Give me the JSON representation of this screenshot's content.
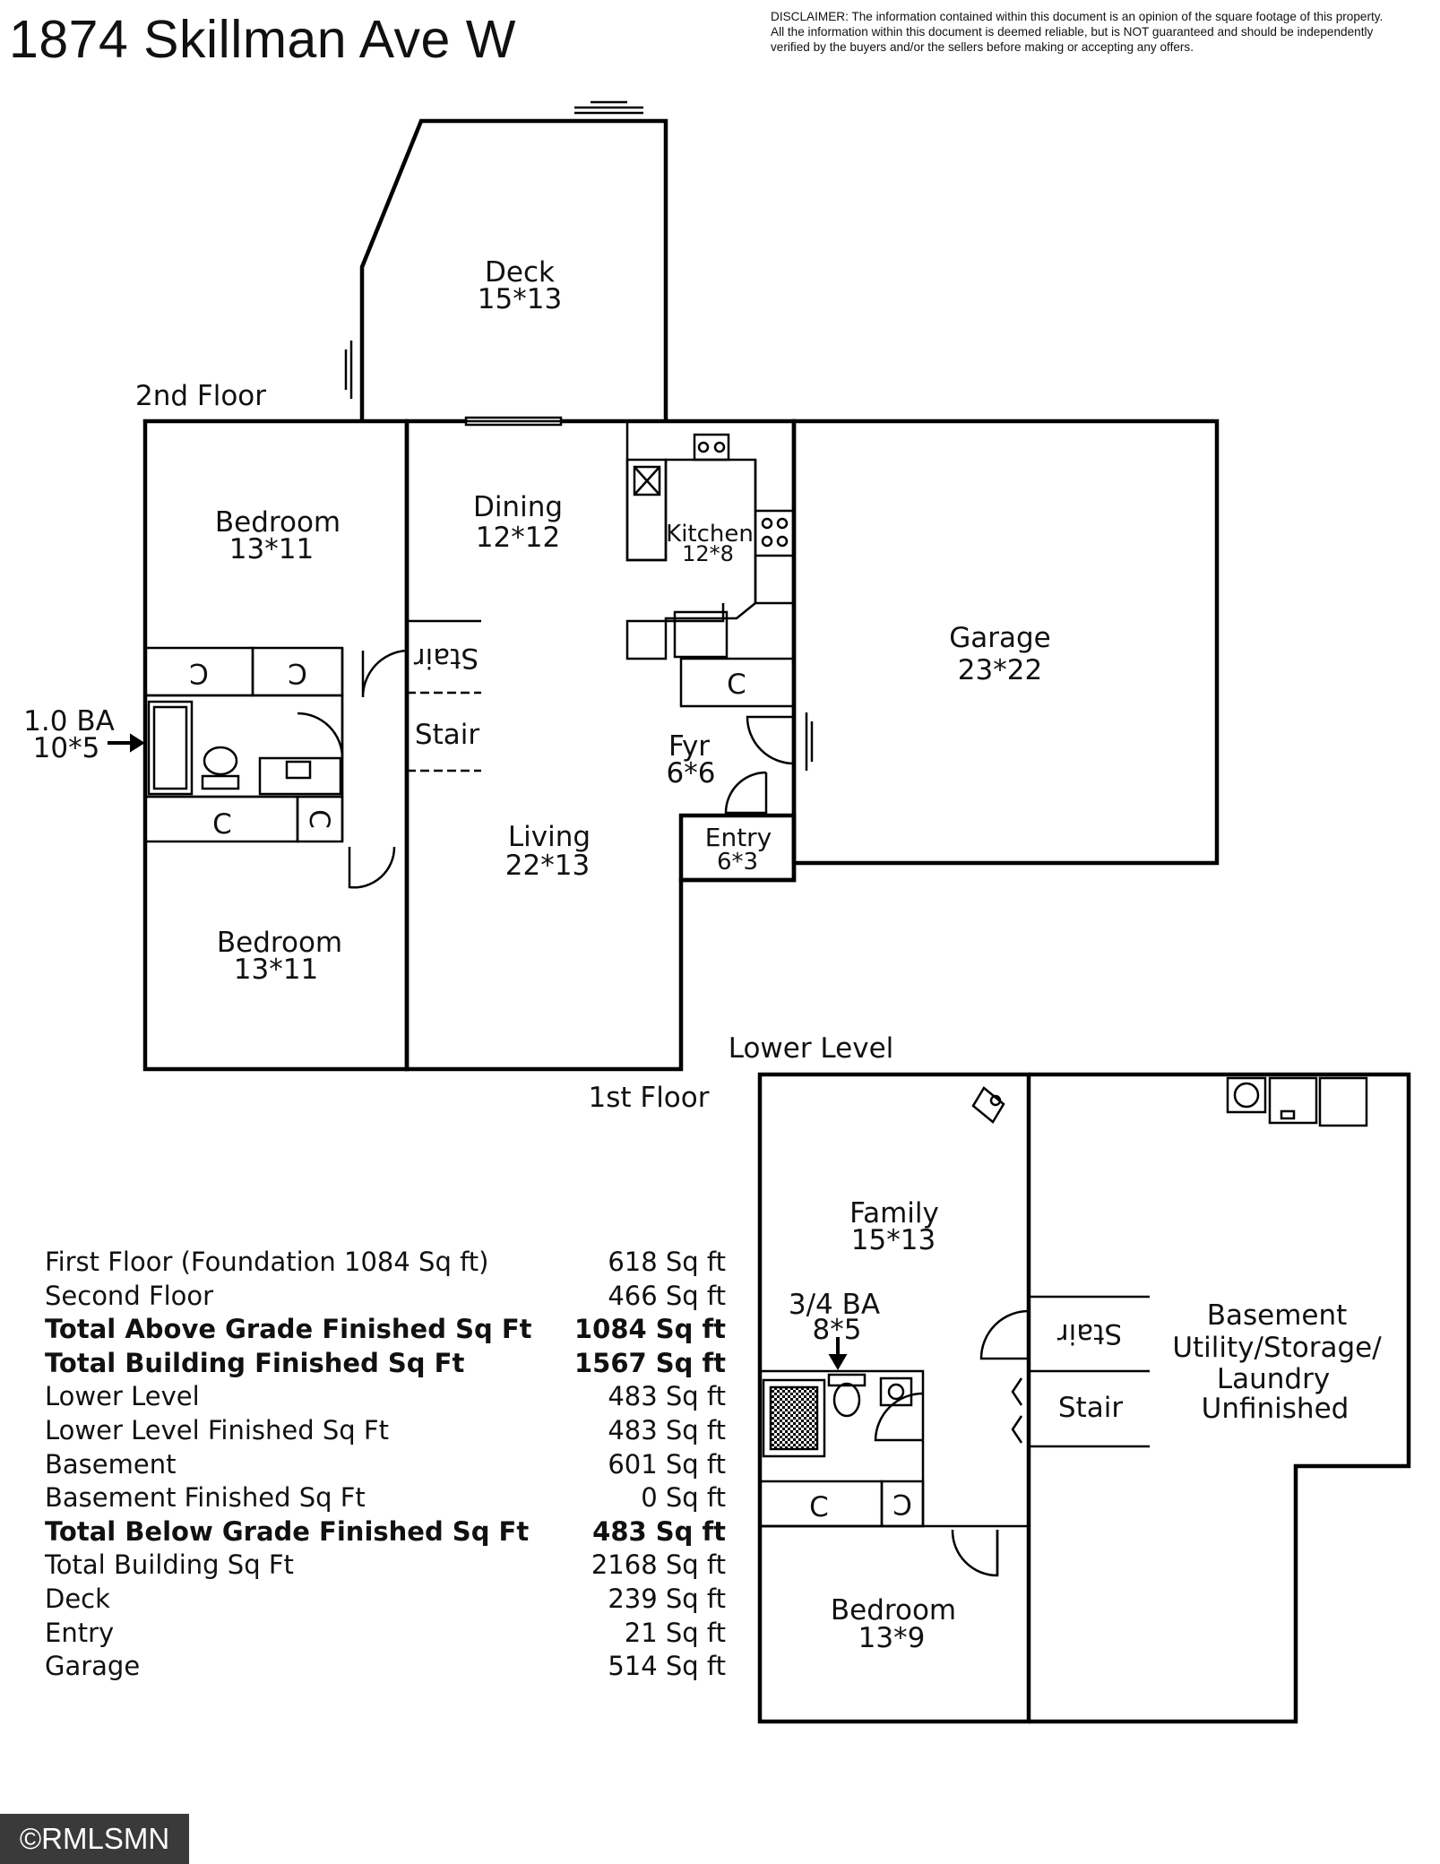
{
  "header": {
    "address": "1874 Skillman Ave W",
    "disclaimer_lines": [
      "DISCLAIMER: The information contained within this document is an opinion of the square footage of this property.",
      "All the information within this document is deemed reliable, but is NOT guaranteed and should be independently",
      "verified by the buyers and/or the sellers before making or accepting any offers."
    ]
  },
  "floor_labels": {
    "second": "2nd Floor",
    "first": "1st Floor",
    "lower": "Lower Level"
  },
  "rooms": {
    "deck": {
      "name": "Deck",
      "size": "15*13"
    },
    "bedroom_upper": {
      "name": "Bedroom",
      "size": "13*11"
    },
    "bedroom_lower": {
      "name": "Bedroom",
      "size": "13*11"
    },
    "bath_main": {
      "name": "1.0 BA",
      "size": "10*5"
    },
    "dining": {
      "name": "Dining",
      "size": "12*12"
    },
    "kitchen": {
      "name": "Kitchen",
      "size": "12*8"
    },
    "living": {
      "name": "Living",
      "size": "22*13"
    },
    "foyer": {
      "name": "Fyr",
      "size": "6*6"
    },
    "entry": {
      "name": "Entry",
      "size": "6*3"
    },
    "garage": {
      "name": "Garage",
      "size": "23*22"
    },
    "family": {
      "name": "Family",
      "size": "15*13"
    },
    "bath_lower": {
      "name": "3/4 BA",
      "size": "8*5"
    },
    "bedroom_ll": {
      "name": "Bedroom",
      "size": "13*9"
    },
    "basement": {
      "lines": [
        "Basement",
        "Utility/Storage/",
        "Laundry",
        "Unfinished"
      ]
    }
  },
  "marks": {
    "stair": "Stair",
    "closet": "C"
  },
  "stats": [
    {
      "label": "First Floor (Foundation 1084 Sq ft)",
      "value": "618 Sq ft",
      "bold": false
    },
    {
      "label": "Second Floor",
      "value": "466 Sq ft",
      "bold": false
    },
    {
      "label": "Total Above Grade Finished Sq Ft",
      "value": "1084 Sq ft",
      "bold": true
    },
    {
      "label": "Total Building Finished Sq Ft",
      "value": "1567 Sq ft",
      "bold": true
    },
    {
      "label": "Lower Level",
      "value": "483 Sq ft",
      "bold": false
    },
    {
      "label": "Lower Level Finished Sq Ft",
      "value": "483 Sq ft",
      "bold": false
    },
    {
      "label": "Basement",
      "value": "601 Sq ft",
      "bold": false
    },
    {
      "label": "Basement Finished Sq Ft",
      "value": "0 Sq ft",
      "bold": false
    },
    {
      "label": "Total Below Grade Finished Sq Ft",
      "value": "483 Sq ft",
      "bold": true
    },
    {
      "label": "Total Building Sq Ft",
      "value": "2168 Sq ft",
      "bold": false
    },
    {
      "label": "Deck",
      "value": "239 Sq ft",
      "bold": false
    },
    {
      "label": "Entry",
      "value": "21 Sq ft",
      "bold": false
    },
    {
      "label": "Garage",
      "value": "514 Sq ft",
      "bold": false
    }
  ],
  "watermark": "©RMLSMN"
}
